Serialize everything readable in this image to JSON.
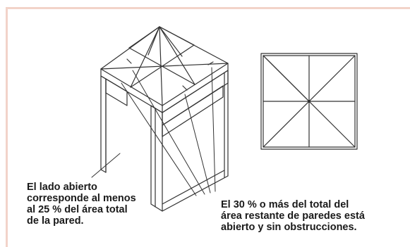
{
  "captions": {
    "left": [
      "El lado abierto",
      "corresponde al menos",
      "al 25 % del área total",
      "de la pared."
    ],
    "right": [
      "El 30 % o más del total del",
      "área restante de paredes está",
      "abierto y sin obstrucciones."
    ]
  },
  "colors": {
    "line": "#333333",
    "border_accent": "#f2d3c9",
    "text": "#1a1a1a"
  }
}
